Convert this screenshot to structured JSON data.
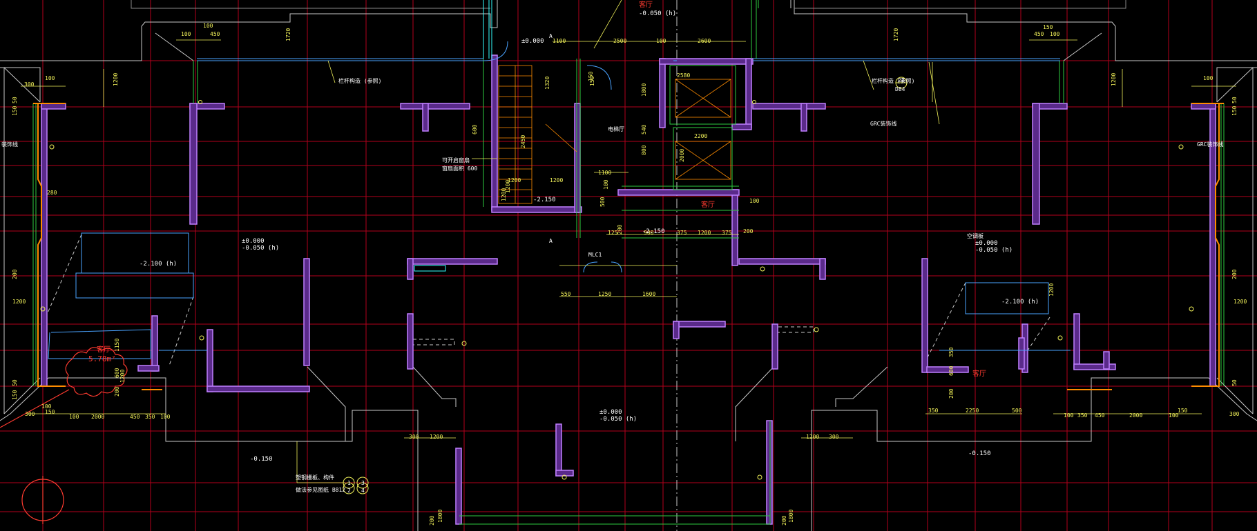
{
  "colors": {
    "background": "#000000",
    "grid": "#b3001b",
    "wall": "#8a2be2",
    "wall_outline": "#c080ff",
    "dimension": "#f3f35a",
    "outline": "#c8c8c8",
    "window": "#4aa3ff",
    "green": "#2ecc40",
    "orange": "#ff8c00",
    "note_red": "#ff3b30",
    "cyan": "#33ffff"
  },
  "labels": {
    "room_rename": "客厅",
    "area_value": "5.78m²",
    "elev_pm0_top": "±0.000",
    "elev_neg2150": "-2.150",
    "elev_neg2150_b": "-2.150",
    "elev_neg0150_left": "-0.150",
    "elev_neg0150_right": "-0.150",
    "elev_main_center": "±0.000",
    "elev_main_center_sub": "-0.050 (h)",
    "elev_left_room": "±0.000",
    "elev_left_room_sub": "-0.050 (h)",
    "elev_right_room": "±0.000",
    "elev_right_room_sub": "-0.050 (h)",
    "elev_left_bay": "-2.100 (h)",
    "elev_right_bay": "-2.100 (h)",
    "elev_top_center": "-0.050 (h)",
    "grc_note": "GRC装饰线",
    "note_left_1": "装饰线",
    "section_mark": "A",
    "section_mark_b": "A",
    "detail_ref_22": "22",
    "detail_ref_sub": "D84",
    "detail_ref_1": "1",
    "detail_ref_2": "2",
    "detail_ref_3": "3",
    "detail_ref_4": "4",
    "annot_guard": "栏杆构造 (参照)",
    "annot_guard_right": "栏杆构造 (参照)",
    "annot_note_bottom": "塑钢栅板、构件",
    "annot_note_bottom_2": "做法参见图纸 B812",
    "annot_stair_note": "可开启窗扇",
    "annot_stair_note_2": "窗扇面积 600",
    "annot_grc": "GRC装饰线",
    "annot_right_mid": "空调板",
    "annot_center_mid": "电梯厅",
    "door_MLC1": "MLC1"
  },
  "dims": {
    "top_100a": "100",
    "top_100b": "100",
    "top_450": "450",
    "top_1720": "1720",
    "top_2500": "2500",
    "top_100c": "100",
    "top_2600": "2600",
    "top_1100": "1100",
    "top_150": "150",
    "top_2580": "2580",
    "top_450r": "450",
    "top_100r": "100",
    "top_150r": "150",
    "top_1720r": "1720",
    "d_1200a": "1200",
    "d_1200b": "1200",
    "d_1200c": "1200",
    "d_1200d": "1200",
    "d_1200e": "1200",
    "d_1200f": "1200",
    "d_1200g": "1200",
    "d_1200h": "1200",
    "d_1320": "1320",
    "d_150": "150",
    "d_1800": "1800",
    "d_540": "540",
    "d_800": "800",
    "d_2200": "2200",
    "d_1100": "1100",
    "d_100a": "100",
    "d_500": "500",
    "d_200a": "200",
    "d_125": "125",
    "d_900": "900",
    "d_375": "375",
    "d_1200i": "1200",
    "d_375b": "375",
    "d_200b": "200",
    "d_550": "550",
    "d_1250": "1250",
    "d_1600": "1600",
    "d_2450": "2450",
    "d_280": "280",
    "left_300": "300",
    "left_100": "100",
    "left_50": "50",
    "left_150": "150",
    "left_1200": "1200",
    "left_200": "200",
    "left_50b": "50",
    "left_150b": "150",
    "left_300b": "300",
    "left_100b": "100",
    "bl_100": "100",
    "bl_2000": "2000",
    "bl_450": "450",
    "bl_350": "350",
    "bl_100b": "100",
    "bl_150": "150",
    "bl_1150": "1150",
    "bl_600": "600",
    "bl_200": "200",
    "br_350": "350",
    "br_2250": "2250",
    "br_500": "500",
    "br_100": "100",
    "br_350b": "350",
    "br_450": "450",
    "br_2000": "2000",
    "br_100b": "100",
    "br_150": "150",
    "br_350c": "350",
    "br_600": "600",
    "br_200": "200",
    "r_100": "100",
    "r_50": "50",
    "r_150": "150",
    "r_1200": "1200",
    "r_200": "200",
    "r_50b": "50",
    "r_300": "300",
    "c_300": "300",
    "c_1200": "1200",
    "c_1200b": "1200",
    "c_300b": "300",
    "c_1800a": "1800",
    "c_1800b": "1800",
    "c_200a": "200",
    "c_200b": "200",
    "c_100": "100",
    "c_600": "600",
    "c_2000": "2000"
  }
}
